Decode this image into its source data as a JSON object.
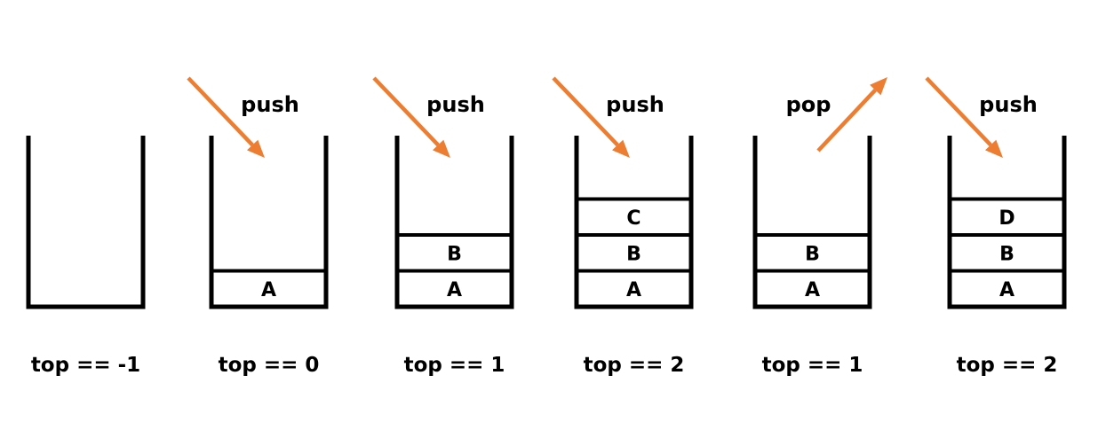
{
  "colors": {
    "arrow": "#ED7D31",
    "outline": "#000000",
    "background": "#FFFFFF"
  },
  "stacks": [
    {
      "operation": "",
      "arrow": "none",
      "cells": [],
      "top_label": "top == -1"
    },
    {
      "operation": "push",
      "arrow": "in",
      "cells": [
        "A"
      ],
      "top_label": "top == 0"
    },
    {
      "operation": "push",
      "arrow": "in",
      "cells": [
        "A",
        "B"
      ],
      "top_label": "top == 1"
    },
    {
      "operation": "push",
      "arrow": "in",
      "cells": [
        "A",
        "B",
        "C"
      ],
      "top_label": "top == 2"
    },
    {
      "operation": "pop",
      "arrow": "out",
      "cells": [
        "A",
        "B"
      ],
      "top_label": "top == 1"
    },
    {
      "operation": "push",
      "arrow": "in",
      "cells": [
        "A",
        "B",
        "D"
      ],
      "top_label": "top == 2"
    }
  ]
}
